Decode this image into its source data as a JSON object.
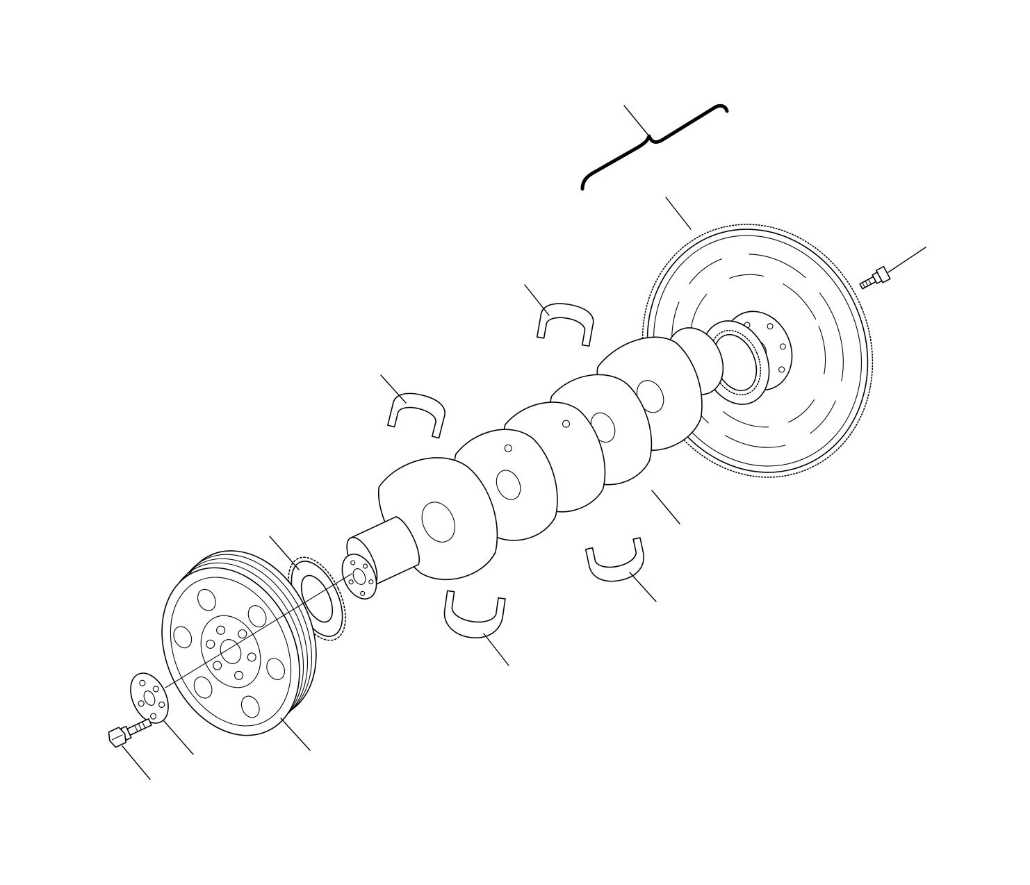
{
  "diagram": {
    "type": "exploded-parts-view",
    "background": "#ffffff",
    "line_color": "#000000",
    "parts": [
      {
        "id": "crankshaft-pulley"
      },
      {
        "id": "pulley-washer"
      },
      {
        "id": "pulley-bolt"
      },
      {
        "id": "timing-gear"
      },
      {
        "id": "crankshaft"
      },
      {
        "id": "main-bearing-upper-front"
      },
      {
        "id": "main-bearing-upper-rear"
      },
      {
        "id": "main-bearing-lower-front"
      },
      {
        "id": "main-bearing-lower-rear"
      },
      {
        "id": "flywheel"
      },
      {
        "id": "flywheel-bolt"
      }
    ],
    "callout_labels": []
  }
}
